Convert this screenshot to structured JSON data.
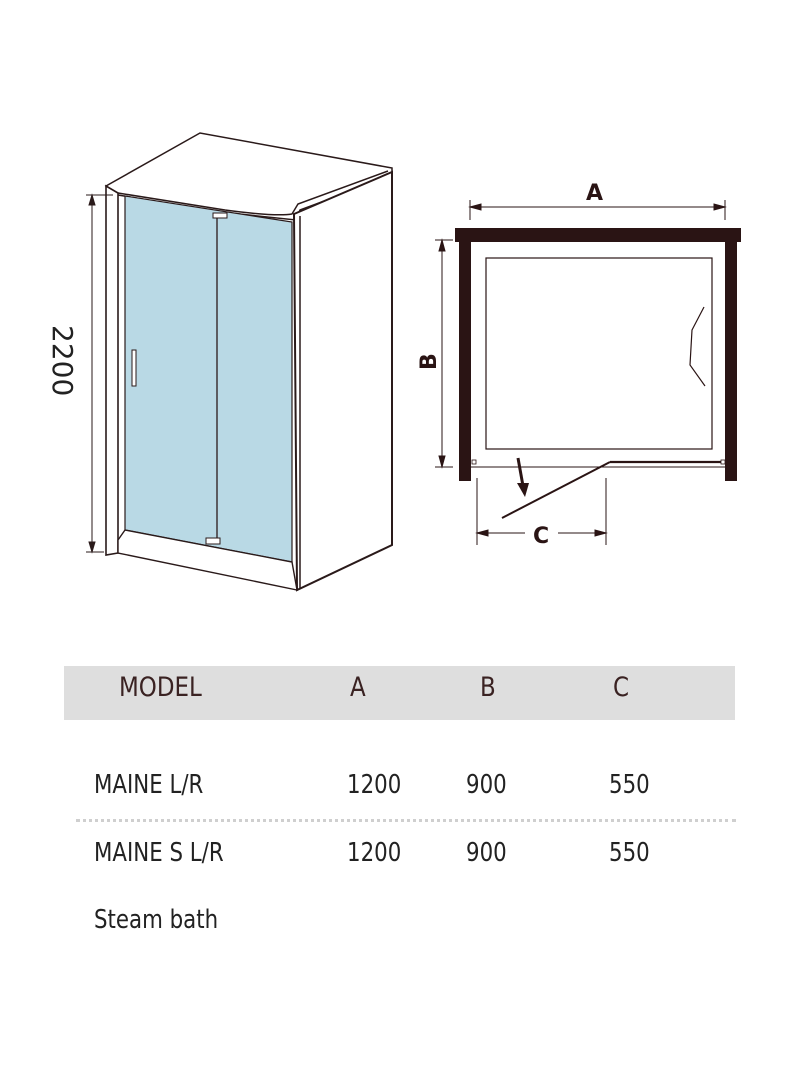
{
  "diagram_3d": {
    "height_label": "2200",
    "glass_color": "#b9d9e5",
    "frame_color": "#2a1a1a"
  },
  "diagram_plan": {
    "label_a": "A",
    "label_b": "B",
    "label_c": "C",
    "wall_color": "#2a1414"
  },
  "table": {
    "headers": [
      "MODEL",
      "A",
      "B",
      "C"
    ],
    "rows": [
      [
        "MAINE L/R",
        "1200",
        "900",
        "550"
      ],
      [
        "MAINE S L/R",
        "1200",
        "900",
        "550"
      ]
    ],
    "note": "Steam bath"
  }
}
